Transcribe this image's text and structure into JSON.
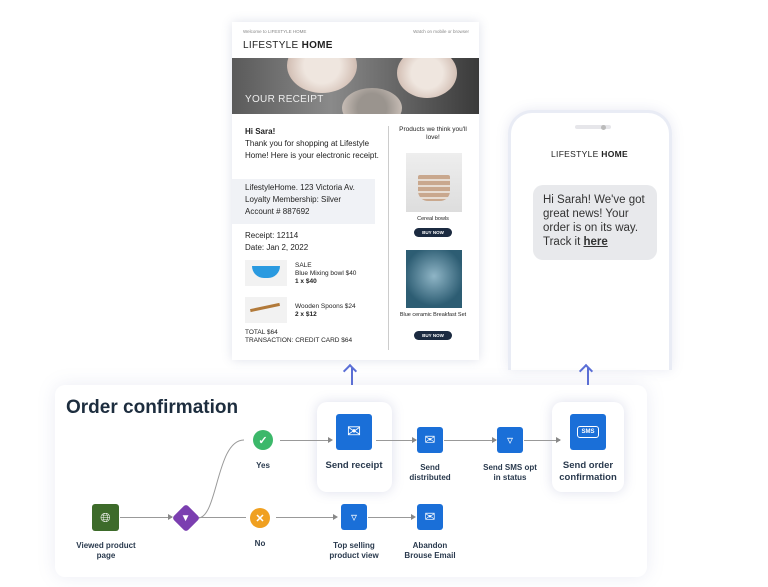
{
  "email": {
    "welcome": "Welcome to LIFESTYLE HOME",
    "watch": "Watch on mobile or browser",
    "brand_light": "LIFESTYLE ",
    "brand_bold": "HOME",
    "banner": "YOUR RECEIPT",
    "greeting": "Hi Sara!",
    "intro": "Thank you for shopping at Lifestyle Home! Here is your electronic receipt.",
    "address": "LifestyleHome. 123 Victoria Av.",
    "membership": "Loyalty Membership: Silver",
    "account": "Account # 887692",
    "receipt": "Receipt: 12114",
    "date": "Date: Jan 2, 2022",
    "items": [
      {
        "tag": "SALE",
        "name": "Blue Mixing bowl  $40",
        "qty": "1 x $40"
      },
      {
        "tag": "",
        "name": "Wooden Spoons  $24",
        "qty": "2 x $12"
      }
    ],
    "total": "TOTAL $64",
    "transaction": "TRANSACTION: CREDIT CARD  $64",
    "recommend_title": "Products we think you'll love!",
    "recommendations": [
      {
        "name": "Cereal bowls",
        "button": "BUY NOW"
      },
      {
        "name": "Blue ceramic Breakfast Set",
        "button": "BUY NOW"
      }
    ]
  },
  "phone": {
    "brand_light": "LIFESTYLE ",
    "brand_bold": "HOME",
    "message": "Hi Sarah! We've got great news! Your order is on its way. Track it ",
    "link": "here"
  },
  "flow": {
    "title": "Order confirmation",
    "nodes": {
      "viewed": "Viewed product page",
      "yes": "Yes",
      "no": "No",
      "send_receipt": "Send receipt",
      "send_distributed": "Send distributed",
      "send_sms": "Send SMS opt in status",
      "send_order": "Send order confirmation",
      "top_selling": "Top selling product view",
      "abandon": "Abandon Brouse Email"
    },
    "sms_icon_text": "SMS"
  },
  "colors": {
    "accent": "#1a6fd8",
    "green_node": "#3d6b2a",
    "diamond": "#7b3fb0",
    "yes": "#3cb86a",
    "no": "#f0a020",
    "arrow": "#5b6fd6"
  }
}
